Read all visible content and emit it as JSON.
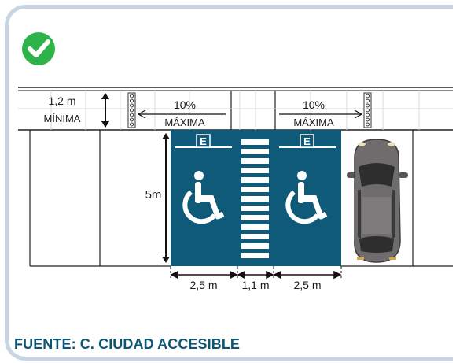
{
  "colors": {
    "frame_border": "#c9d4e2",
    "parking_blue": "#0f5a78",
    "check_green": "#2db34a",
    "source_text": "#0d5575"
  },
  "icons": {
    "check": "check-circle-icon",
    "wheelchair": "wheelchair-icon",
    "car": "car-icon"
  },
  "sidewalk": {
    "width_value": "1,2 m",
    "width_label": "MÍNIMA",
    "ramp_left_value": "10%",
    "ramp_left_label": "MÁXIMA",
    "ramp_right_value": "10%",
    "ramp_right_label": "MÁXIMA"
  },
  "spaces": {
    "sign_letter_left": "E",
    "sign_letter_right": "E",
    "length_label": "5m",
    "width_left": "2,5 m",
    "aisle_width": "1,1 m",
    "width_right": "2,5 m"
  },
  "source": "FUENTE: C. CIUDAD ACCESIBLE"
}
